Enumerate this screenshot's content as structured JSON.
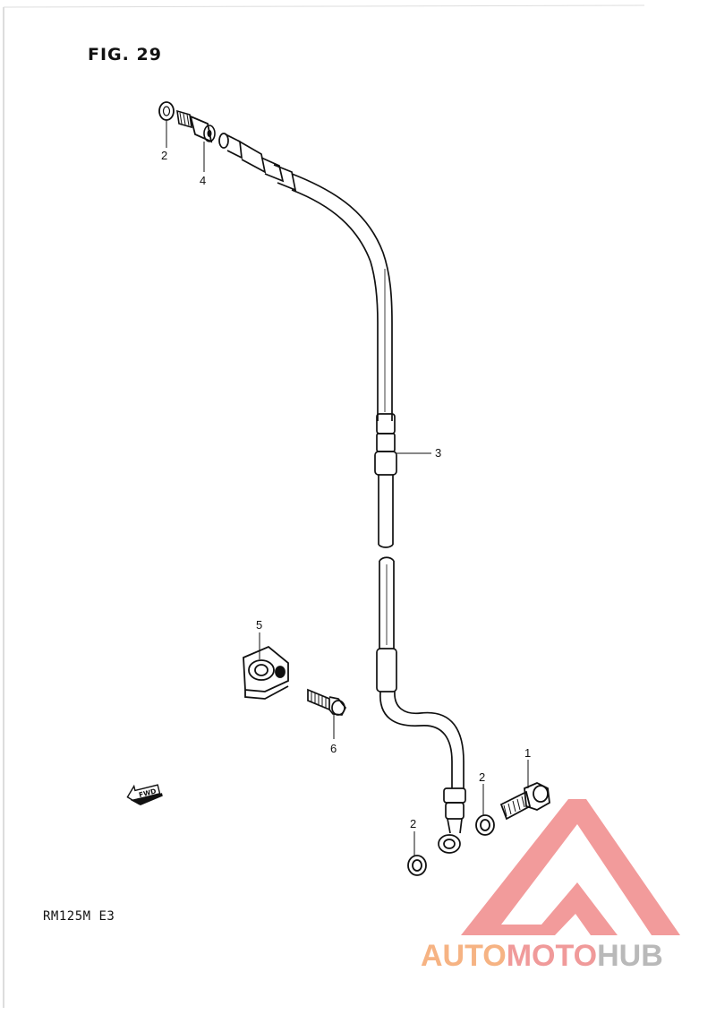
{
  "figure": {
    "title": "FIG. 29"
  },
  "model": {
    "label": "RM125M  E3"
  },
  "callouts": [
    {
      "id": "callout-2-top",
      "text": "2"
    },
    {
      "id": "callout-4",
      "text": "4"
    },
    {
      "id": "callout-3",
      "text": "3"
    },
    {
      "id": "callout-5",
      "text": "5"
    },
    {
      "id": "callout-6",
      "text": "6"
    },
    {
      "id": "callout-1",
      "text": "1"
    },
    {
      "id": "callout-2-mid",
      "text": "2"
    },
    {
      "id": "callout-2-bottom",
      "text": "2"
    }
  ],
  "fwd_arrow": {
    "label": "FWD",
    "icon": "fwd-arrow-icon"
  },
  "watermark": {
    "part_a": "AUTO",
    "part_b": "MOTO",
    "part_c": "HUB",
    "colors": {
      "auto": "#f6b383",
      "moto": "#f09a9a",
      "hub": "#b9b9b9",
      "logo": "#f08a8a"
    }
  }
}
